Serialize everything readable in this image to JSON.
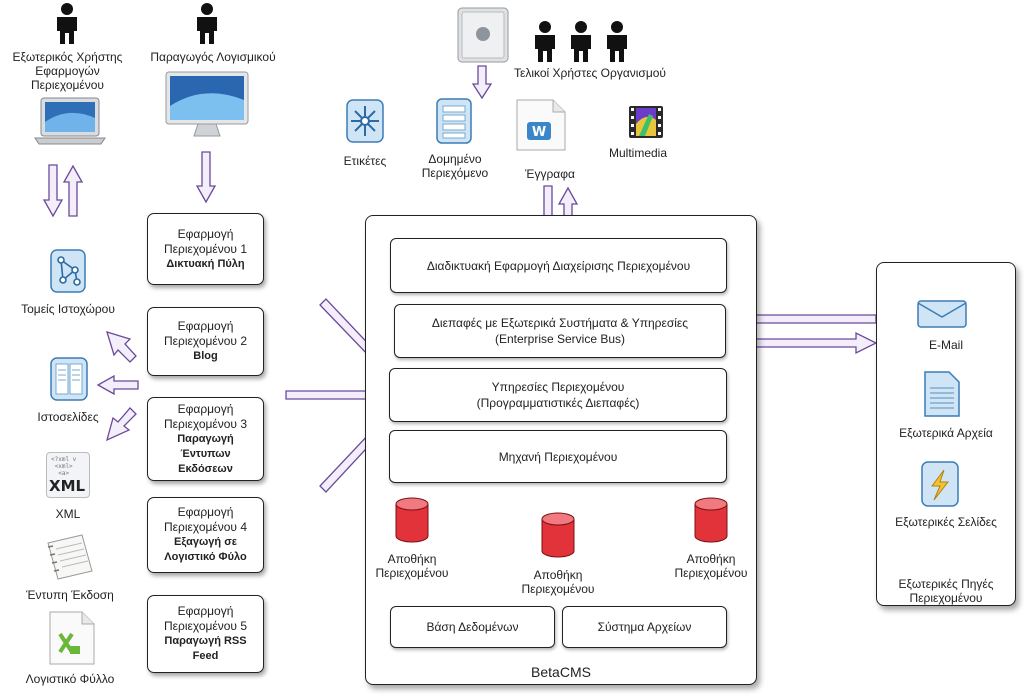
{
  "actors": {
    "external_user": "Εξωτερικός Χρήστης Εφαρμογών Περιεχομένου",
    "developer": "Παραγωγός Λογισμικού",
    "end_users": "Τελικοί Χρήστες Οργανισμού"
  },
  "content_types": {
    "tags": "Ετικέτες",
    "structured": "Δομημένο Περιεχόμενο",
    "documents": "Έγγραφα",
    "multimedia": "Multimedia"
  },
  "outputs": {
    "sectors": "Τομείς Ιστοχώρου",
    "webpages": "Ιστοσελίδες",
    "xml": "XML",
    "xml_icon_text": "XML",
    "print": "Έντυπη Έκδοση",
    "spreadsheet": "Λογιστικό Φύλλο"
  },
  "apps": [
    {
      "title": "Εφαρμογή Περιεχομένου 1",
      "bold": "Δικτυακή Πύλη"
    },
    {
      "title": "Εφαρμογή Περιεχομένου 2",
      "bold": "Blog"
    },
    {
      "title": "Εφαρμογή Περιεχομένου 3",
      "bold": "Παραγωγή Έντυπων Εκδόσεων"
    },
    {
      "title": "Εφαρμογή Περιεχομένου 4",
      "bold": "Εξαγωγή σε Λογιστικό Φύλο"
    },
    {
      "title": "Εφαρμογή Περιεχομένου 5",
      "bold": "Παραγωγή RSS Feed"
    }
  ],
  "cms": {
    "name": "BetaCMS",
    "web_admin": "Διαδικτυακή Εφαρμογή Διαχείρισης Περιεχομένου",
    "esb_line1": "Διεπαφές με Εξωτερικά Συστήματα & Υπηρεσίες",
    "esb_line2": "(Enterprise Service Bus)",
    "services_line1": "Υπηρεσίες Περιεχομένου",
    "services_line2": "(Προγραμματιστικές Διεπαφές)",
    "engine": "Μηχανή Περιεχομένου",
    "repo_left": "Αποθήκη Περιεχομένου",
    "repo_mid": "Αποθήκη Περιεχομένου",
    "repo_right": "Αποθήκη Περιεχομένου",
    "database": "Βάση Δεδομένων",
    "filesystem": "Σύστημα Αρχείων"
  },
  "external_sources": {
    "title": "Εξωτερικές Πηγές Περιεχομένου",
    "email": "E-Mail",
    "files": "Εξωτερικά Αρχεία",
    "pages": "Εξωτερικές Σελίδες"
  },
  "colors": {
    "arrow_fill": "#f4eefb",
    "arrow_stroke": "#6a4a9a",
    "db_red": "#e2323a",
    "icon_blue": "#4a90c8"
  }
}
